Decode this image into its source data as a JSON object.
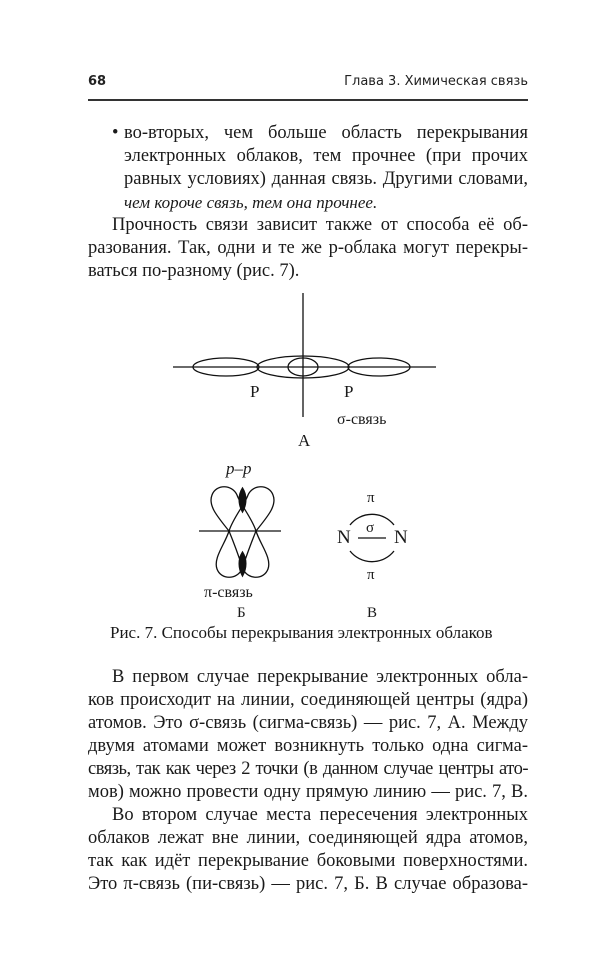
{
  "header": {
    "page_number": "68",
    "chapter_title": "Глава 3. Химическая связь"
  },
  "bullet": {
    "symbol": "•",
    "lines": [
      "во-вторых, чем больше область перекрывания",
      "электронных облаков, тем прочнее (при прочих",
      "равных условиях) данная связь. Другими словами,"
    ],
    "italic_line": "чем короче связь, тем она прочнее."
  },
  "paragraph1": [
    "Прочность связи зависит также от способа её об-",
    "разования. Так, одни и те же р-облака могут перекры-",
    "ваться по-разному (рис. 7)."
  ],
  "figure": {
    "a": {
      "p_left": "P",
      "p_right": "P",
      "bond": "σ-связь",
      "letter": "А"
    },
    "b": {
      "top": "p–p",
      "bond": "π-связь",
      "letter": "Б"
    },
    "c": {
      "atom_left": "N",
      "atom_right": "N",
      "sigma": "σ",
      "pi_top": "π",
      "pi_bottom": "π",
      "letter": "В"
    },
    "caption": "Рис. 7. Способы перекрывания электронных облаков"
  },
  "paragraph2": [
    "В первом случае перекрывание электронных обла-",
    "ков происходит на линии, соединяющей центры (ядра)",
    "атомов. Это σ-связь (сигма-связь) — рис. 7, А. Между",
    "двумя атомами может возникнуть только одна сигма-",
    "связь, так как через 2 точки (в данном случае центры ато-",
    "мов) можно провести одну прямую линию — рис. 7, В."
  ],
  "paragraph3": [
    "Во втором случае места пересечения электронных",
    "облаков лежат вне линии, соединяющей ядра атомов,",
    "так как идёт перекрывание боковыми поверхностями.",
    "Это π-связь (пи-связь) — рис. 7, Б. В случае образова-"
  ]
}
